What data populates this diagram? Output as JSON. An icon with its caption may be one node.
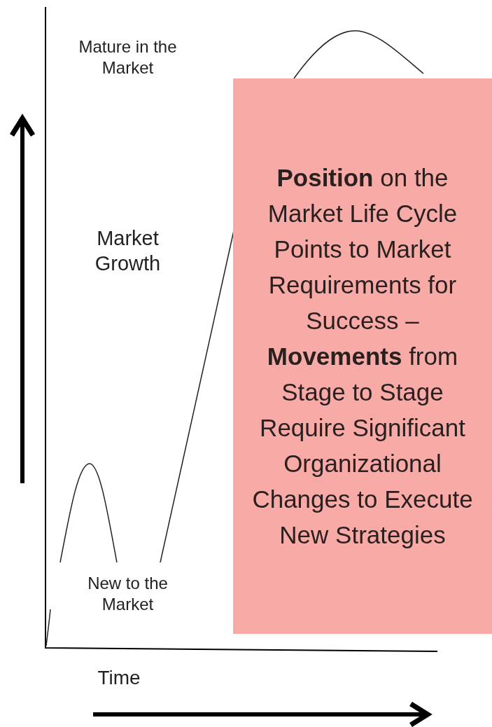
{
  "diagram": {
    "nodes": [
      {
        "text": [
          "**Position** on the Market Life Cycle Points to Market Requirements for Success – **Movements** from Stage to Stage Require Significant Organizational Changes to Execute New Strategies"
        ]
      }
    ],
    "labels": [
      "Mature in the Market",
      "Market Growth",
      "New to the Market",
      "Time"
    ]
  }
}
